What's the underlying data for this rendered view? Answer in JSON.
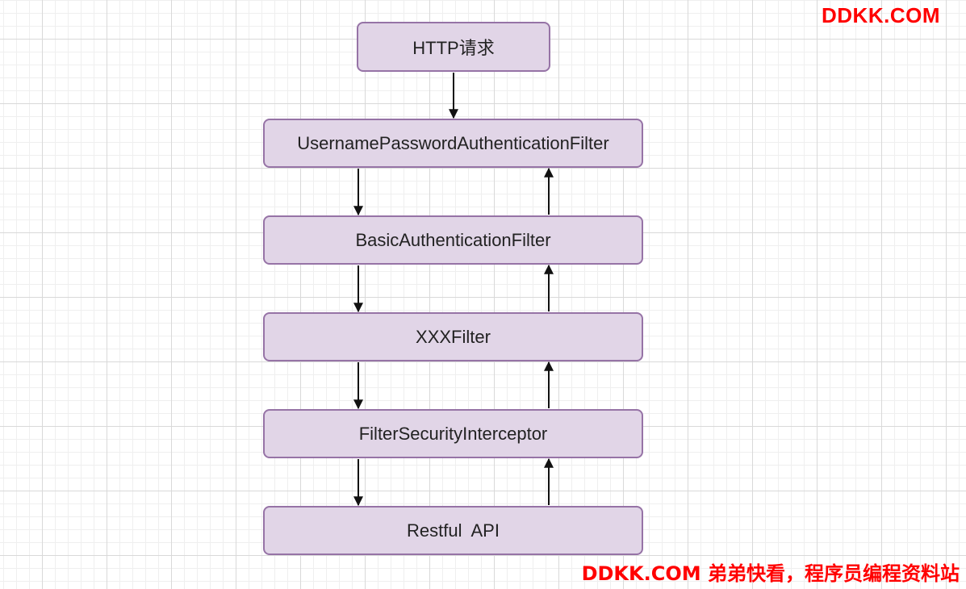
{
  "diagram": {
    "nodes": [
      {
        "id": "http-request",
        "label": "HTTP请求"
      },
      {
        "id": "username-password-filter",
        "label": "UsernamePasswordAuthenticationFilter"
      },
      {
        "id": "basic-auth-filter",
        "label": "BasicAuthenticationFilter"
      },
      {
        "id": "xxx-filter",
        "label": "XXXFilter"
      },
      {
        "id": "filter-security-interceptor",
        "label": "FilterSecurityInterceptor"
      },
      {
        "id": "restful-api",
        "label": "Restful  API"
      }
    ],
    "edges": [
      {
        "from": "http-request",
        "to": "username-password-filter"
      },
      {
        "from": "username-password-filter",
        "to": "basic-auth-filter"
      },
      {
        "from": "basic-auth-filter",
        "to": "xxx-filter"
      },
      {
        "from": "xxx-filter",
        "to": "filter-security-interceptor"
      },
      {
        "from": "filter-security-interceptor",
        "to": "restful-api"
      },
      {
        "from": "restful-api",
        "to": "filter-security-interceptor"
      },
      {
        "from": "filter-security-interceptor",
        "to": "xxx-filter"
      },
      {
        "from": "xxx-filter",
        "to": "basic-auth-filter"
      },
      {
        "from": "basic-auth-filter",
        "to": "username-password-filter"
      }
    ]
  },
  "watermark": {
    "top": "DDKK.COM",
    "bottom": "DDKK.COM 弟弟快看，程序员编程资料站"
  },
  "colors": {
    "box_fill": "#e1d5e7",
    "box_border": "#9673a6",
    "arrow": "#111111",
    "watermark": "#ff0000"
  }
}
